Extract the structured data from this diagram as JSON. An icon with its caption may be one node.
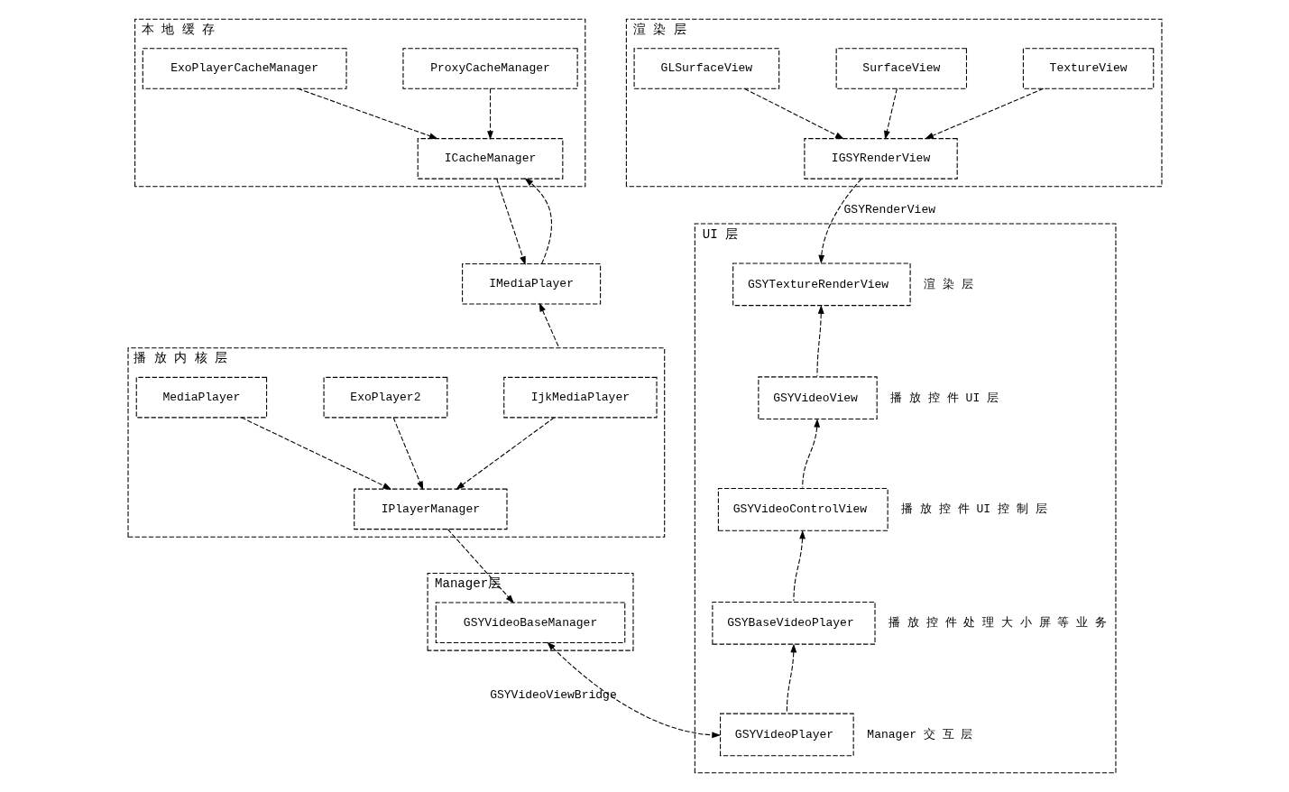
{
  "diagram": {
    "nodes": [
      {
        "text": [
          "本 地 缓 存"
        ]
      },
      {
        "text": [
          "ProxyCacheManager"
        ],
        "in": 0
      },
      {
        "text": [
          "ExoPlayerCacheManager"
        ],
        "in": 0
      },
      {
        "text": [
          "ICacheManager"
        ],
        "in": 0
      },
      {
        "text": [
          "渲 染 层"
        ]
      },
      {
        "text": [
          "TextureView"
        ],
        "in": 4
      },
      {
        "text": [
          "SurfaceView"
        ],
        "in": 4
      },
      {
        "text": [
          "GLSurfaceView"
        ],
        "in": 4
      },
      {
        "text": [
          "IGSYRenderView"
        ],
        "in": 4
      },
      {
        "text": [
          "IMediaPlayer"
        ]
      },
      {
        "text": [
          "播 放 内 核 层"
        ]
      },
      {
        "text": [
          "IjkMediaPlayer"
        ],
        "in": 10
      },
      {
        "text": [
          "ExoPlayer2"
        ],
        "in": 10
      },
      {
        "text": [
          "MediaPlayer"
        ],
        "in": 10
      },
      {
        "text": [
          "IPlayerManager"
        ],
        "in": 10
      },
      {
        "text": [
          "Manager层"
        ]
      },
      {
        "text": [
          "GSYVideoBaseManager"
        ],
        "in": 15
      },
      {
        "text": [
          "UI 层"
        ]
      },
      {
        "text": [
          "GSYTextureRenderView"
        ],
        "in": 17,
        "beside": [
          "渲 染 层"
        ]
      },
      {
        "text": [
          "GSYVideoView"
        ],
        "in": 17,
        "beside": [
          "播 放 控 件 UI 层"
        ]
      },
      {
        "text": [
          "GSYVideoControlView"
        ],
        "in": 17,
        "beside": [
          "播 放 控 件 UI 控 制 层"
        ]
      },
      {
        "text": [
          "GSYBaseVideoPlayer"
        ],
        "in": 17,
        "beside": [
          "播 放 控 件 处 理 大 小 屏 等 业 务"
        ]
      },
      {
        "text": [
          "GSYVideoPlayer"
        ],
        "in": 17,
        "beside": [
          "Manager 交 互 层"
        ]
      }
    ],
    "edges": [
      {
        "from": 1,
        "to": 3,
        "arrow": "to"
      },
      {
        "from": 2,
        "to": 3,
        "arrow": "to"
      },
      {
        "from": 9,
        "to": 3,
        "arrow": "to"
      },
      {
        "from": 3,
        "to": 9,
        "arrow": "to"
      },
      {
        "from": 5,
        "to": 8,
        "arrow": "to"
      },
      {
        "from": 6,
        "to": 8,
        "arrow": "to"
      },
      {
        "from": 7,
        "to": 8,
        "arrow": "to"
      },
      {
        "from": 8,
        "to": 18,
        "arrow": "to",
        "label": "GSYRenderView"
      },
      {
        "from": 10,
        "to": 9,
        "arrow": "to"
      },
      {
        "from": 11,
        "to": 14,
        "arrow": "to"
      },
      {
        "from": 12,
        "to": 14,
        "arrow": "to"
      },
      {
        "from": 13,
        "to": 14,
        "arrow": "to"
      },
      {
        "from": 14,
        "to": 16,
        "arrow": "to"
      },
      {
        "from": 16,
        "to": 22,
        "arrow": "both",
        "label": "GSYVideoViewBridge"
      },
      {
        "from": 19,
        "to": 18,
        "arrow": "to"
      },
      {
        "from": 20,
        "to": 19,
        "arrow": "to"
      },
      {
        "from": 21,
        "to": 20,
        "arrow": "to"
      },
      {
        "from": 22,
        "to": 21,
        "arrow": "to"
      }
    ]
  }
}
